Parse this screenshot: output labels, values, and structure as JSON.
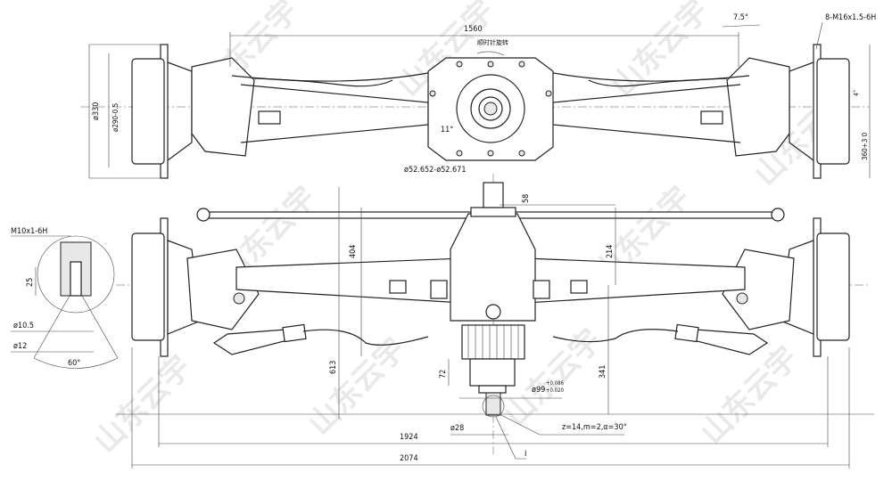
{
  "watermark": "山东云宇",
  "top_view": {
    "width_dim": "1560",
    "rotation_note": "顺时针旋转",
    "angle_kingpin": "7.5°",
    "bolt_spec": "8-M16x1.5-6H",
    "flange_dia": "ø330",
    "pilot_dia": "ø290-0.5",
    "angle_pinion": "11°",
    "angle_side": "4°",
    "height_dim": "360+3 0"
  },
  "front_view": {
    "pinion_fit": "ø52.652-ø52.671",
    "dim_58": "58",
    "dim_404": "404",
    "dim_214": "214",
    "dim_613": "613",
    "dim_72": "72",
    "dim_341": "341",
    "bore_dia": "ø99",
    "bore_tol_upper": "+0.086",
    "bore_tol_lower": "+0.020",
    "shaft_dia": "ø28",
    "spline_spec": "z=14,m=2,α=30°",
    "dim_1924": "1924",
    "dim_2074": "2074",
    "detail_ref": "I"
  },
  "detail": {
    "thread_spec": "M10x1-6H",
    "depth": "25",
    "dia_inner": "ø10.5",
    "dia_outer": "ø12",
    "angle": "60°"
  }
}
